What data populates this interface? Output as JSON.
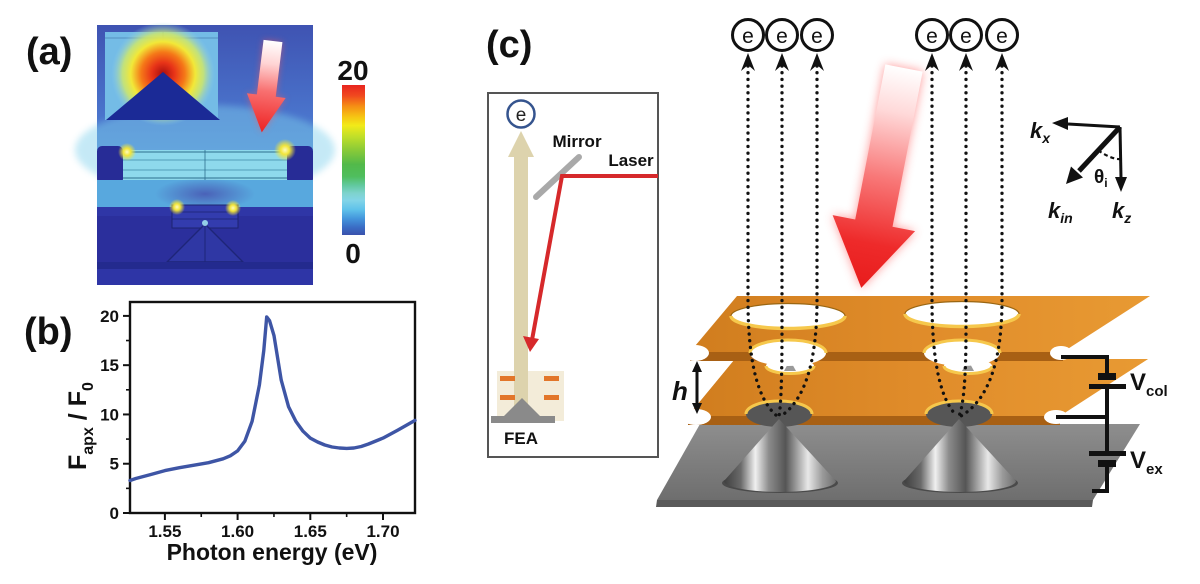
{
  "figure": {
    "panel_a": {
      "label": "(a)",
      "colorbar": {
        "max_label": "20",
        "min_label": "0"
      }
    },
    "panel_b": {
      "label": "(b)"
    },
    "panel_c": {
      "label": "(c)",
      "inset": {
        "electron_symbol": "e",
        "mirror_label": "Mirror",
        "laser_label": "Laser",
        "fea_label": "FEA"
      },
      "schematic": {
        "electron_symbol": "e",
        "height_label": "h",
        "v_col": {
          "base": "V",
          "sub": "col"
        },
        "v_ex": {
          "base": "V",
          "sub": "ex"
        },
        "k_x": {
          "base": "k",
          "sub": "x"
        },
        "k_in": {
          "base": "k",
          "sub": "in"
        },
        "k_z": {
          "base": "k",
          "sub": "z"
        },
        "theta": {
          "base": "θ",
          "sub": "i"
        }
      }
    },
    "colors": {
      "curve_blue": "#3e55a5",
      "plate_orange": "#dd8826",
      "plate_face_orange": "#a86014",
      "gold_rim": "#f6c84c",
      "substrate_gray": "#8a8a8a",
      "laser_red": "#d6292b",
      "arrow_red": "#ee2222",
      "beam_tan": "#ddd3ad",
      "mirror_gray": "#a9a9a9",
      "colorbar_top": "#e8251f",
      "colorbar_bottom": "#3a51ac"
    }
  },
  "chart_data": {
    "type": "line",
    "title": "",
    "xlabel": "Photon energy (eV)",
    "ylabel": "F_apx / F_0",
    "ylabel_parts": {
      "base1": "F",
      "sub1": "apx",
      "mid": " / F",
      "sub2": "0"
    },
    "xlim": [
      1.526,
      1.722
    ],
    "ylim": [
      0,
      20
    ],
    "xticks": [
      1.55,
      1.6,
      1.65,
      1.7
    ],
    "xtick_labels": [
      "1.55",
      "1.60",
      "1.65",
      "1.70"
    ],
    "yticks": [
      0,
      5,
      10,
      15,
      20
    ],
    "ytick_labels": [
      "0",
      "5",
      "10",
      "15",
      "20"
    ],
    "grid": false,
    "legend": false,
    "peak": {
      "x": 1.62,
      "y": 20
    },
    "series": [
      {
        "name": "F_apx/F_0",
        "color": "#3e55a5",
        "x": [
          1.526,
          1.53,
          1.54,
          1.55,
          1.56,
          1.57,
          1.58,
          1.59,
          1.595,
          1.6,
          1.605,
          1.61,
          1.615,
          1.618,
          1.62,
          1.622,
          1.625,
          1.63,
          1.635,
          1.64,
          1.645,
          1.65,
          1.655,
          1.66,
          1.665,
          1.67,
          1.675,
          1.68,
          1.685,
          1.69,
          1.7,
          1.71,
          1.722
        ],
        "y": [
          3.3,
          3.5,
          3.9,
          4.3,
          4.6,
          4.85,
          5.1,
          5.5,
          5.8,
          6.3,
          7.3,
          9.3,
          13.0,
          16.5,
          19.9,
          19.5,
          18.0,
          13.5,
          10.8,
          9.3,
          8.3,
          7.6,
          7.2,
          6.9,
          6.7,
          6.6,
          6.55,
          6.6,
          6.75,
          7.0,
          7.6,
          8.4,
          9.4
        ]
      }
    ]
  }
}
